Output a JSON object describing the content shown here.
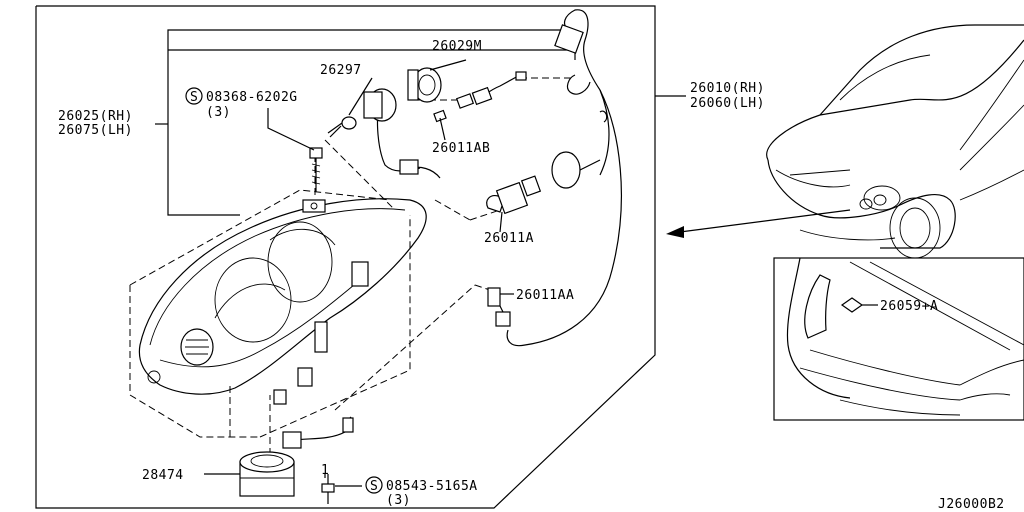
{
  "parts": {
    "p26029m": "26029M",
    "p26297": "26297",
    "p08368_a": "08368-6202G",
    "p08368_b": "(3)",
    "p26025_a": "26025(RH)",
    "p26025_b": "26075(LH)",
    "p26011ab": "26011AB",
    "p26011a": "26011A",
    "p26011aa": "26011AA",
    "p26010_a": "26010(RH)",
    "p26010_b": "26060(LH)",
    "p28474": "28474",
    "p08543_a": "08543-5165A",
    "p08543_b": "(3)",
    "p26059a": "26059+A",
    "qty1": "1",
    "s_symbol": "S"
  },
  "diagram_code": "J26000B2"
}
